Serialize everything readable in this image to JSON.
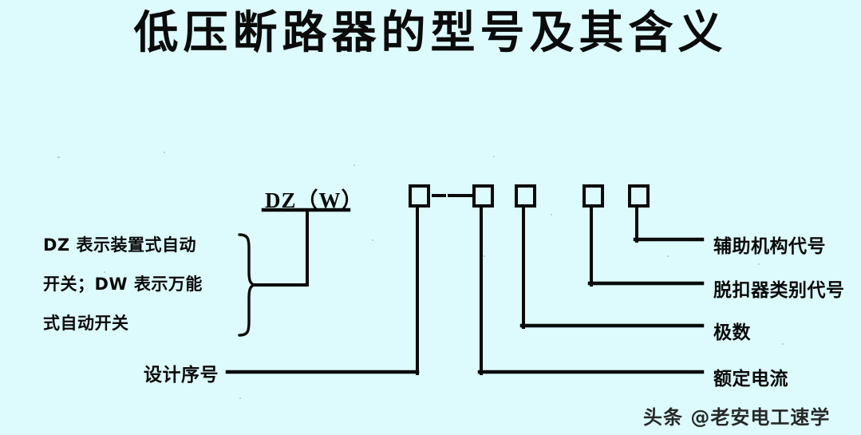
{
  "page": {
    "title": "低压断路器的型号及其含义",
    "background_color": "#ddfbfd",
    "ink_color": "#0a0a0a",
    "watermark": "头条 @老安电工速学"
  },
  "diagram": {
    "type": "model-designation-breakdown",
    "code_text": "DZ（W）",
    "box_count": 5,
    "boxes": [
      {
        "index": 1,
        "label": ""
      },
      {
        "index": 2,
        "label": ""
      },
      {
        "index": 3,
        "label": ""
      },
      {
        "index": 4,
        "label": ""
      },
      {
        "index": 5,
        "label": ""
      }
    ],
    "dashes_between_box_1_and_2": 3,
    "left_explanation": {
      "lines": [
        "DZ 表示装置式自动",
        "开关；DW 表示万能",
        "式自动开关"
      ]
    },
    "design_number_label": "设计序号",
    "right_labels": [
      {
        "order": 1,
        "text": "辅助机构代号"
      },
      {
        "order": 2,
        "text": "脱扣器类别代号"
      },
      {
        "order": 3,
        "text": "极数"
      },
      {
        "order": 4,
        "text": "额定电流"
      }
    ]
  }
}
